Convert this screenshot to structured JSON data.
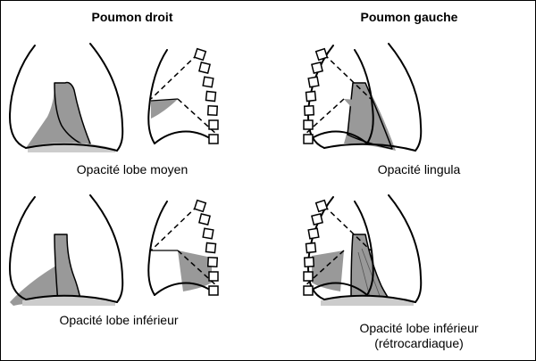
{
  "columns": {
    "right": {
      "title": "Poumon droit"
    },
    "left": {
      "title": "Poumon gauche"
    }
  },
  "panels": {
    "middle_lobe": {
      "label": "Opacité lobe moyen"
    },
    "lingula": {
      "label": "Opacité lingula"
    },
    "right_lower": {
      "label": "Opacité lobe inférieur"
    },
    "left_lower": {
      "label_line1": "Opacité lobe inférieur",
      "label_line2": "(rétrocardiaque)"
    }
  },
  "colors": {
    "opacity_fill": "#999999",
    "line": "#000000",
    "background": "#ffffff"
  }
}
